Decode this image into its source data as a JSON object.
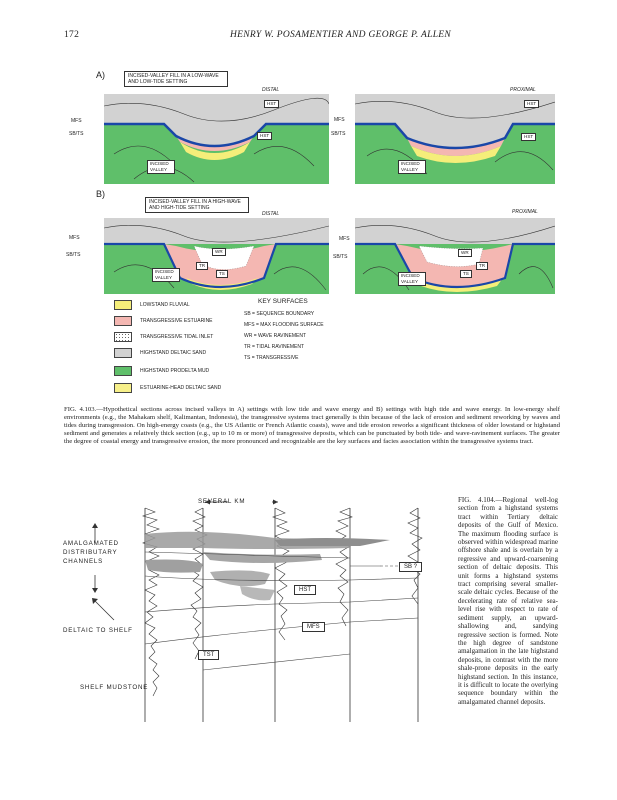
{
  "header": {
    "page_number": "172",
    "running_title": "HENRY W. POSAMENTIER AND GEORGE P. ALLEN"
  },
  "figure_103": {
    "panel_a": {
      "letter": "A)",
      "title_box": "INCISED-VALLEY FILL IN A LOW-WAVE AND LOW-TIDE SETTING",
      "distal_label": "DISTAL",
      "proximal_label": "PROXIMAL",
      "mfs": "MFS",
      "sbts": "SB/TS",
      "hst": "HST",
      "incised_valley": "INCISED VALLEY"
    },
    "panel_b": {
      "letter": "B)",
      "title_box": "INCISED-VALLEY FILL IN A HIGH-WAVE AND HIGH-TIDE SETTING",
      "distal_label": "DISTAL",
      "proximal_label": "PROXIMAL",
      "mfs": "MFS",
      "sbts": "SB/TS",
      "wr": "WR",
      "tr": "TR",
      "ts": "TS",
      "incised_valley": "INCISED VALLEY"
    },
    "legend": [
      {
        "label": "LOWSTAND FLUVIAL",
        "color": "#f5ee7a"
      },
      {
        "label": "TRANSGRESSIVE ESTUARINE",
        "color": "#f4b7b2"
      },
      {
        "label": "TRANSGRESSIVE TIDAL INLET",
        "color": "#ffffff"
      },
      {
        "label": "HIGHSTAND DELTAIC SAND",
        "color": "#d2d2d2"
      },
      {
        "label": "HIGHSTAND PRODELTA MUD",
        "color": "#5fbf6a"
      },
      {
        "label": "ESTUARINE-HEAD DELTAIC SAND",
        "color": "#f7f08a"
      }
    ],
    "key_title": "KEY SURFACES",
    "key_surfaces": [
      "SB  =  SEQUENCE BOUNDARY",
      "MFS  =  MAX FLOODING SURFACE",
      "WR  =  WAVE RAVINEMENT",
      "TR  =  TIDAL RAVINEMENT",
      "TS  =  TRANSGRESSIVE"
    ],
    "caption": "FIG. 4.103.—Hypothetical sections across incised valleys in A) settings with low tide and wave energy and B) settings with high tide and wave energy. In low-energy shelf environments (e.g., the Mahakam shelf, Kalimantan, Indonesia), the transgressive systems tract generally is thin because of the lack of erosion and sediment reworking by waves and tides during transgression. On high-energy coasts (e.g., the US Atlantic or French Atlantic coasts), wave and tide erosion reworks a significant thickness of older lowstand or highstand sediment and generates a relatively thick section (e.g., up to 10 m or more) of transgressive deposits, which can be punctuated by both tide- and wave-ravinement surfaces. The greater the degree of coastal energy and transgressive erosion, the more pronounced and recognizable are the key surfaces and facies association within the transgressive systems tract."
  },
  "figure_104": {
    "scale_label": "SEVERAL KM",
    "amalgamated": "AMALGAMATED",
    "distributary": "DISTRIBUTARY",
    "channels": "CHANNELS",
    "deltaic_to_shelf": "DELTAIC TO SHELF",
    "shelf_mudstone": "SHELF MUDSTONE",
    "sb_q": "SB ?",
    "hst": "HST",
    "mfs": "MFS",
    "tst": "TST",
    "caption": "FIG. 4.104.—Regional well-log section from a highstand systems tract within Tertiary deltaic deposits of the Gulf of Mexico. The maximum flooding surface is observed within widespread marine offshore shale and is overlain by a regressive and upward-coarsening section of deltaic deposits. This unit forms a highstand systems tract comprising several smaller-scale deltaic cycles. Because of the decelerating rate of relative sea-level rise with respect to rate of sediment supply, an upward-shallowing and, sandying regressive section is formed. Note the high degree of sandstone amalgamation in the late highstand deposits, in contrast with the more shale-prone deposits in the early highstand section. In this instance, it is difficult to locate the overlying sequence boundary within the amalgamated channel deposits."
  }
}
